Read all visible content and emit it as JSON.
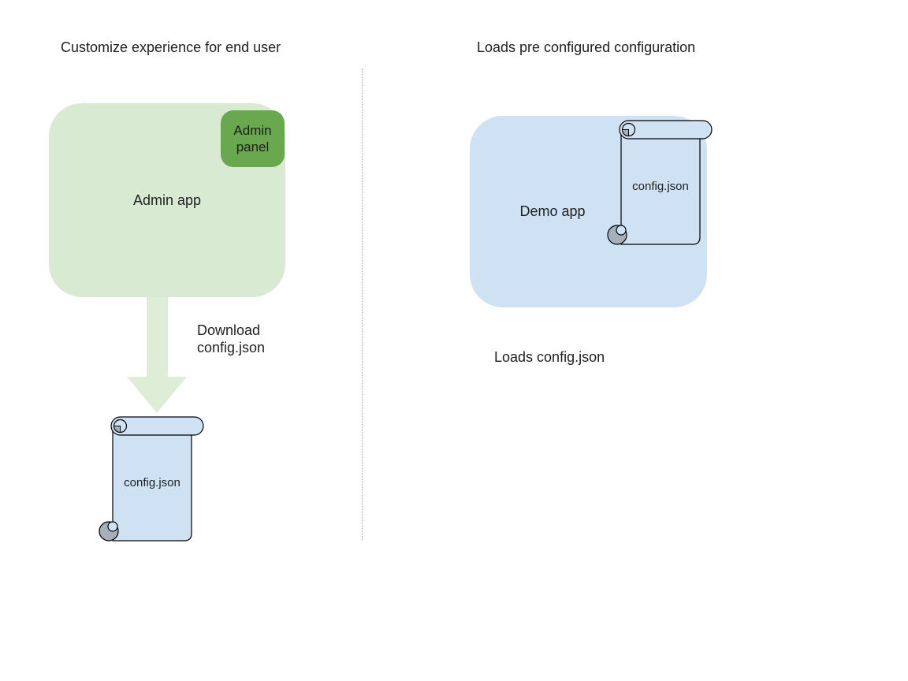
{
  "diagram": {
    "left": {
      "title": "Customize experience for end user",
      "admin_app_label": "Admin app",
      "admin_panel_label": "Admin panel",
      "arrow_caption_line1": "Download",
      "arrow_caption_line2": "config.json",
      "config_file_label": "config.json"
    },
    "right": {
      "title": "Loads pre configured configuration",
      "demo_app_label": "Demo app",
      "config_file_label": "config.json",
      "caption": "Loads config.json"
    },
    "colors": {
      "background": "#ffffff",
      "admin_app_fill": "#d9ead3",
      "admin_panel_fill": "#6aa84f",
      "arrow_fill": "#ddedd6",
      "demo_app_fill": "#cfe2f3",
      "scroll_fill": "#cfe2f3",
      "scroll_curl_fill": "#a6b0b9",
      "scroll_outline": "#000000",
      "divider": "#9e9e9e",
      "text": "#1f1f1f"
    }
  }
}
